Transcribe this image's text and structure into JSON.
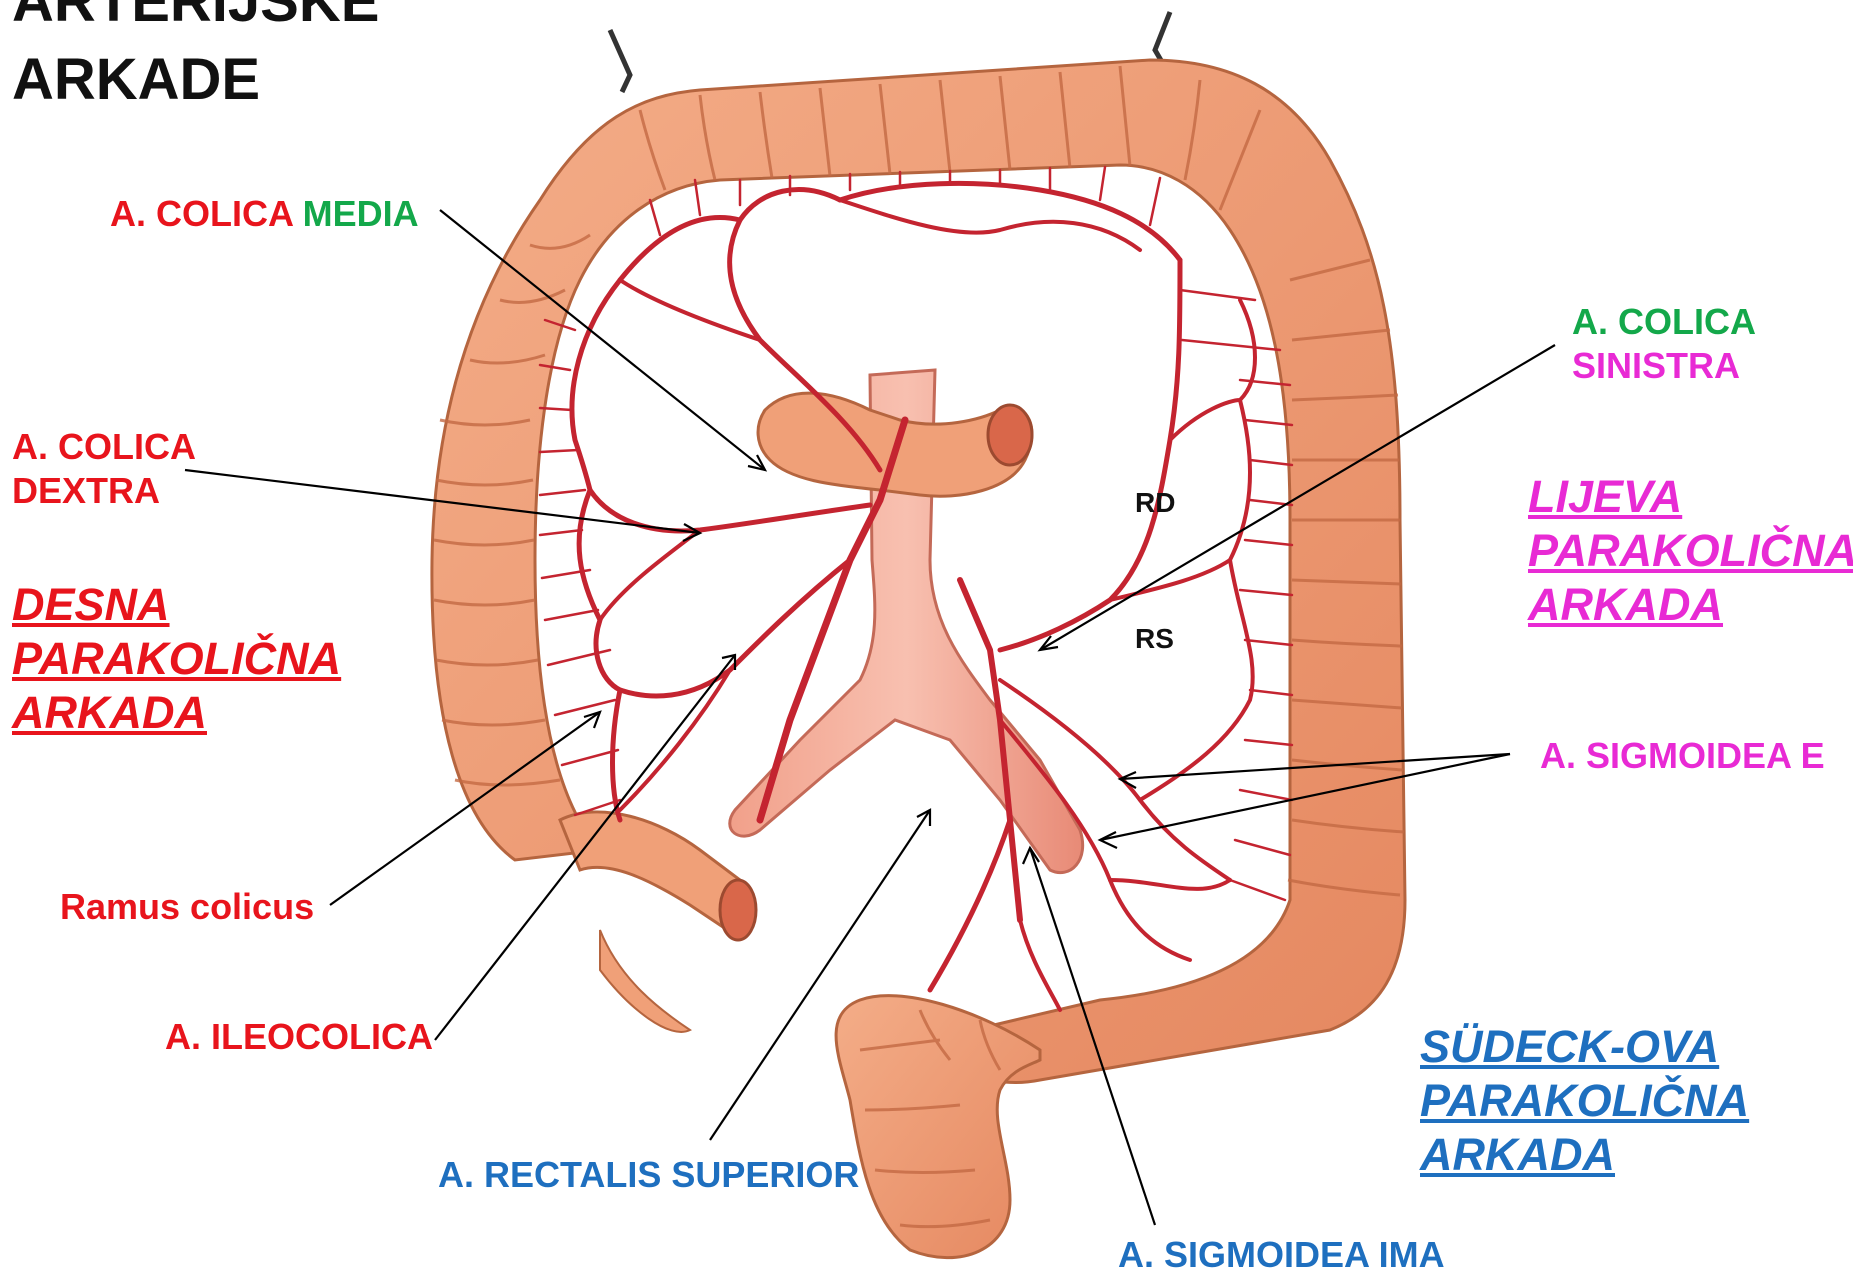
{
  "title": {
    "line1": "ARTERIJSKE",
    "line2": "ARKADE"
  },
  "labels": {
    "colica_media": {
      "part1": "A. COLICA",
      "part2": "MEDIA"
    },
    "colica_dextra": {
      "line1": "A. COLICA",
      "line2": "DEXTRA"
    },
    "desna_arkada": {
      "line1": "DESNA",
      "line2": "PARAKOLIČNA",
      "line3": "ARKADA"
    },
    "ramus_colicus": "Ramus colicus",
    "ileocolica": "A. ILEOCOLICA",
    "rectalis_superior": "A. RECTALIS SUPERIOR",
    "sigmoidea_ima": "A. SIGMOIDEA IMA",
    "colica_sinistra": {
      "line1": "A. COLICA",
      "line2": "SINISTRA"
    },
    "lijeva_arkada": {
      "line1": "LIJEVA",
      "line2": "PARAKOLIČNA",
      "line3": "ARKADA"
    },
    "sigmoidea_e": "A. SIGMOIDEA E",
    "sudeck_arkada": {
      "line1": "SÜDECK-OVA",
      "line2": "PARAKOLIČNA",
      "line3": "ARKADA"
    },
    "rd": "RD",
    "rs": "RS"
  },
  "colors": {
    "red": "#e8141c",
    "green": "#13a84a",
    "magenta": "#e82ad4",
    "blue": "#1e6fbf",
    "colon": "#ef9a72",
    "artery": "#c42430"
  }
}
